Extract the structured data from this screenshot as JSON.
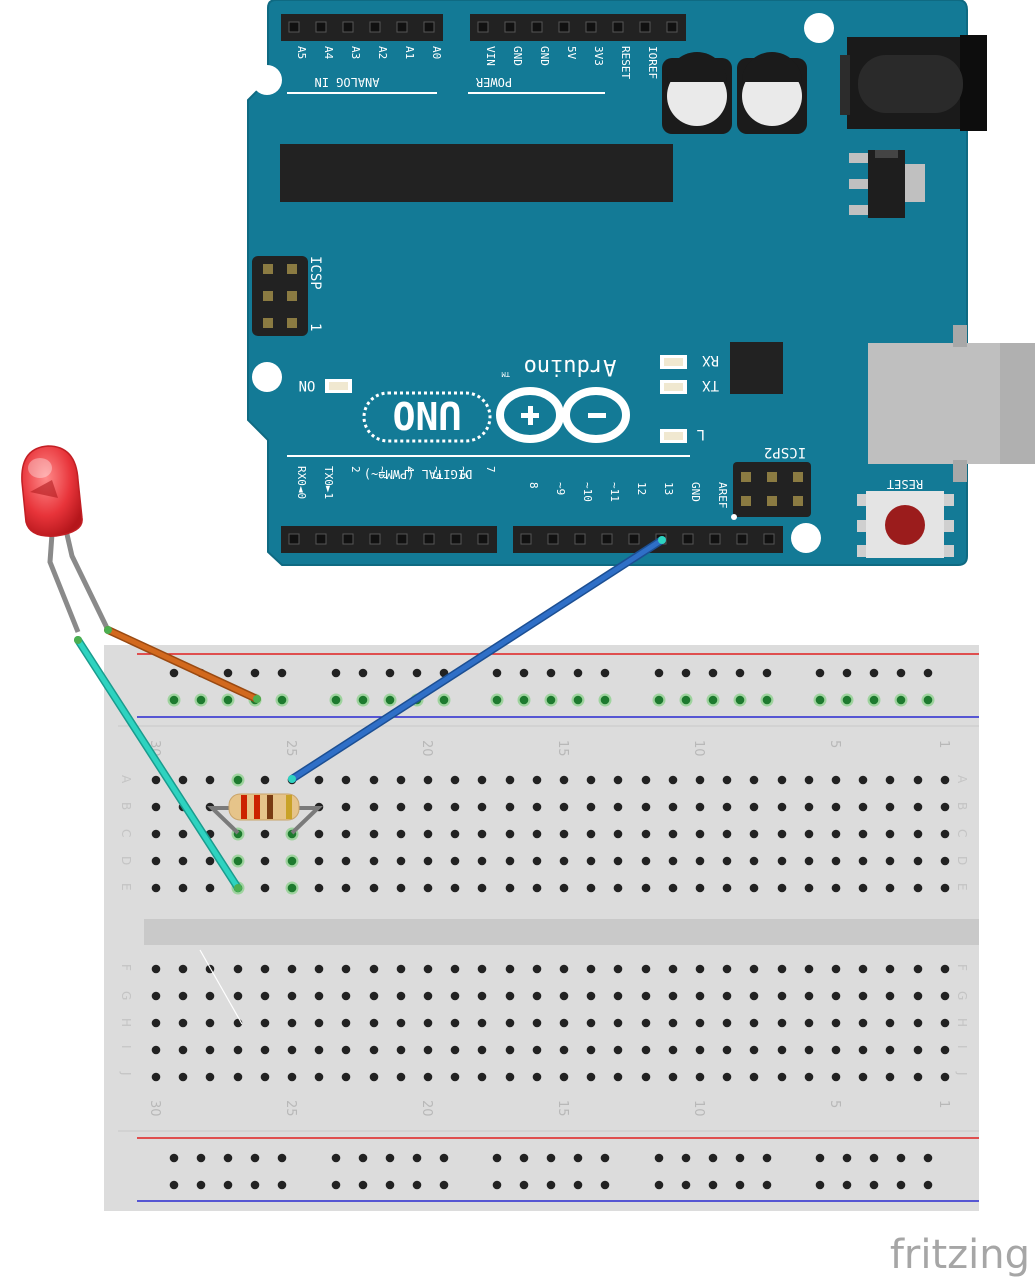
{
  "arduino": {
    "analog_header_title": "ANALOG IN",
    "analog_pins": [
      "A5",
      "A4",
      "A3",
      "A2",
      "A1",
      "A0"
    ],
    "power_header_title": "POWER",
    "power_pins": [
      "VIN",
      "GND",
      "GND",
      "5V",
      "3V3",
      "RESET",
      "IOREF"
    ],
    "digital_header_title": "DIGITAL (PWM=~)",
    "digital_pins_low": [
      "RX0◄0",
      "TX0►1",
      "2",
      "~3",
      "4",
      "~5",
      "~6",
      "7"
    ],
    "digital_pins_high": [
      "8",
      "~9",
      "~10",
      "~11",
      "12",
      "13",
      "GND",
      "AREF"
    ],
    "icsp_label": "ICSP",
    "icsp_pin1_mark": "1",
    "icsp2_label": "ICSP2",
    "logo_text": "Arduino",
    "trademark": "TM",
    "model_text": "UNO",
    "on_label": "ON",
    "rx_label": "RX",
    "tx_label": "TX",
    "l_label": "L",
    "reset_label": "RESET"
  },
  "breadboard": {
    "column_numbers": [
      "30",
      "25",
      "20",
      "15",
      "10",
      "5",
      "1"
    ],
    "rows_top": [
      "A",
      "B",
      "C",
      "D",
      "E"
    ],
    "rows_bottom": [
      "F",
      "G",
      "H",
      "I",
      "J"
    ]
  },
  "components": {
    "led": {
      "color": "#e8343a"
    },
    "resistor_bands": [
      "#cc2200",
      "#cc2200",
      "#7a3b12",
      "#c9a227"
    ],
    "wires": [
      {
        "name": "pin13-to-resistor",
        "color": "#2f6fc7"
      },
      {
        "name": "led-anode-to-rail",
        "color": "#d2691e"
      },
      {
        "name": "led-cathode-to-row",
        "color": "#2ed3c0"
      }
    ]
  },
  "colors": {
    "board": "#137a96",
    "breadboard": "#dcdcdc",
    "rail_red": "#e02020",
    "rail_blue": "#2a2ad0"
  },
  "watermark": "fritzing"
}
